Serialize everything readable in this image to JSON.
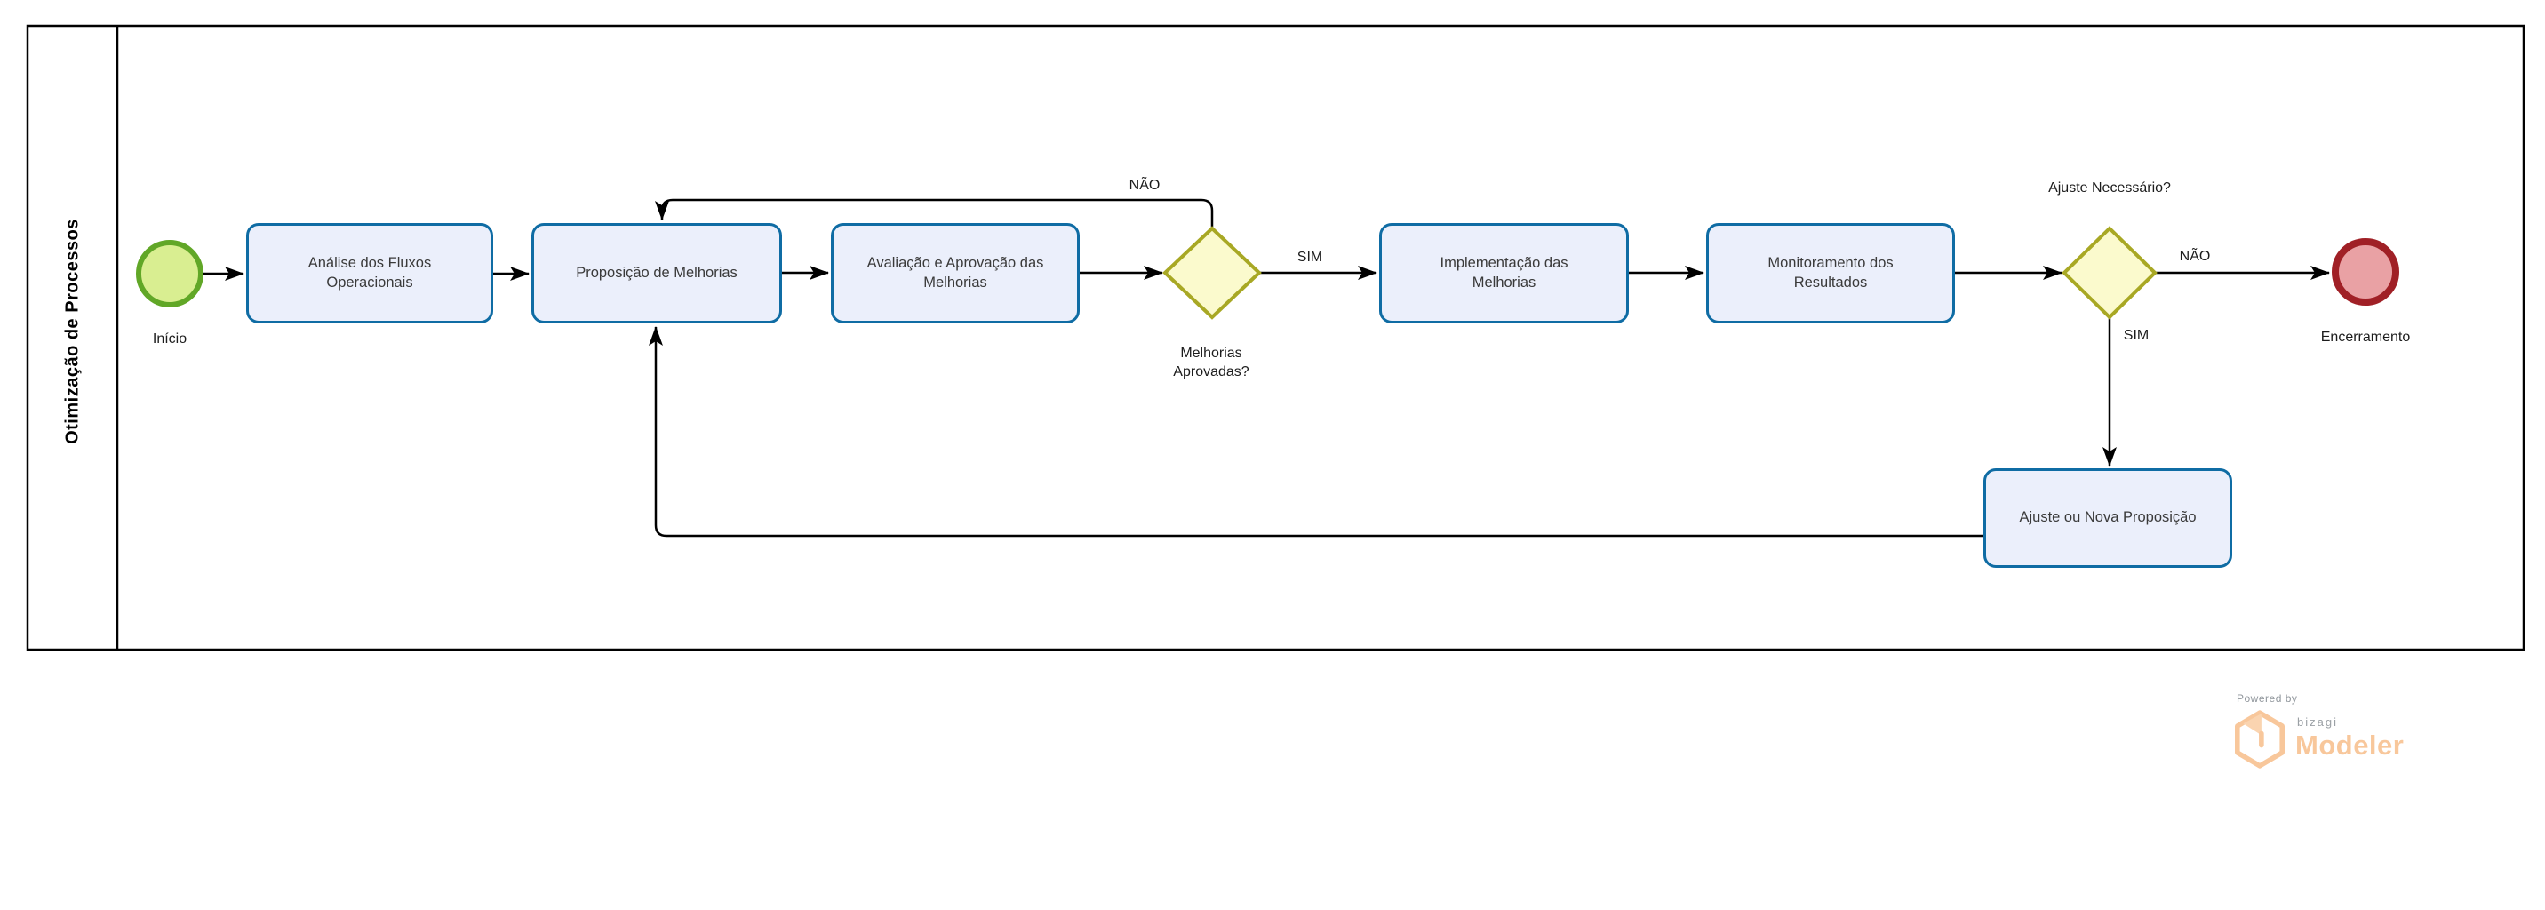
{
  "pool": {
    "title": "Otimização de Processos"
  },
  "events": {
    "start_label": "Início",
    "end_label": "Encerramento"
  },
  "tasks": [
    {
      "label": "Análise dos Fluxos Operacionais"
    },
    {
      "label": "Proposição de Melhorias"
    },
    {
      "label": "Avaliação e Aprovação das Melhorias"
    },
    {
      "label": "Implementação das Melhorias"
    },
    {
      "label": "Monitoramento dos Resultados"
    },
    {
      "label": "Ajuste ou Nova Proposição"
    }
  ],
  "gateways": [
    {
      "label": "Melhorias Aprovadas?",
      "yes": "SIM",
      "no": "NÃO"
    },
    {
      "label": "Ajuste Necessário?",
      "yes": "SIM",
      "no": "NÃO"
    }
  ],
  "branding": {
    "powered_by": "Powered by",
    "brand": "bizagi",
    "product": "Modeler"
  },
  "colors": {
    "task_border": "#0F6CA4",
    "task_fill": "#EBEFFB",
    "gateway_border": "#A8A824",
    "gateway_fill": "#FBFACD",
    "start_event_border": "#61A727",
    "start_event_fill": "#D9EE91",
    "end_event_border": "#A02026",
    "end_event_fill": "#E9A1A4",
    "connector": "#000000",
    "brand_orange": "#F8C79B",
    "brand_gray": "#9BA0A5"
  }
}
